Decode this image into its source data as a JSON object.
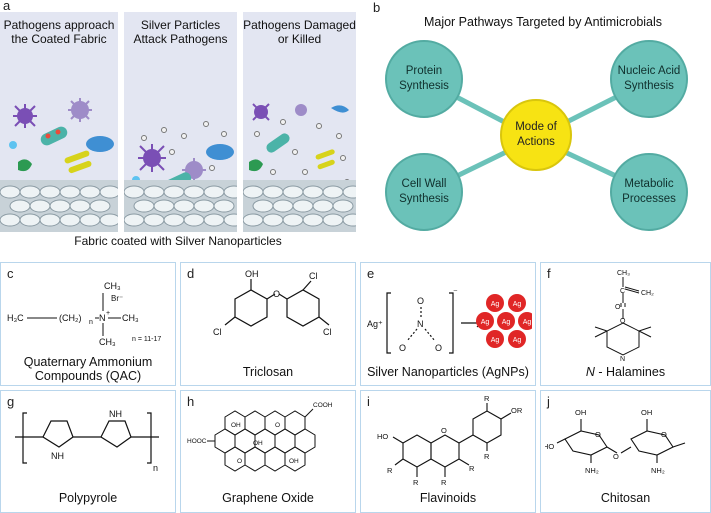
{
  "panel_a": {
    "letter": "a",
    "stages": [
      {
        "title": "Pathogens approach\nthe Coated Fabric"
      },
      {
        "title": "Silver Particles\nAttack Pathogens"
      },
      {
        "title": "Pathogens Damaged\nor Killed"
      }
    ],
    "caption": "Fabric coated with Silver Nanoparticles"
  },
  "panel_b": {
    "letter": "b",
    "title": "Major Pathways Targeted by Antimicrobials",
    "center": "Mode of\nActions",
    "nodes": [
      "Protein\nSynthesis",
      "Nucleic Acid\nSynthesis",
      "Cell Wall\nSynthesis",
      "Metabolic\nProcesses"
    ]
  },
  "compounds": [
    {
      "letter": "c",
      "name": "Quaternary Ammonium\nCompounds (QAC)"
    },
    {
      "letter": "d",
      "name": "Triclosan"
    },
    {
      "letter": "e",
      "name": "Silver Nanoparticles (AgNPs)"
    },
    {
      "letter": "f",
      "name_italic": "N",
      "name": " - Halamines"
    },
    {
      "letter": "g",
      "name": "Polypyrole"
    },
    {
      "letter": "h",
      "name": "Graphene Oxide"
    },
    {
      "letter": "i",
      "name": "Flavinoids"
    },
    {
      "letter": "j",
      "name": "Chitosan"
    }
  ],
  "structure_labels": {
    "qac": {
      "h3c": "H₃C",
      "ch2": "(CH₂)",
      "n": "n",
      "nplus": "N",
      "plus": "+",
      "br": "Br⁻",
      "ch3": "CH₃",
      "range": "n = 11-17"
    },
    "triclosan": {
      "oh": "OH",
      "o": "O",
      "cl": "Cl"
    },
    "agnp": {
      "ag": "Ag",
      "agplus": "Ag⁺",
      "n": "N",
      "o": "O",
      "minus": "⁻"
    },
    "halamine": {
      "ch3": "CH₃",
      "ch2": "CH₂",
      "c": "C",
      "o": "O",
      "n": "N"
    },
    "polypyrole": {
      "nh": "NH",
      "n": "n"
    },
    "graphene": {
      "cooh": "COOH",
      "hooc": "HOOC",
      "oh": "OH",
      "o": "O"
    },
    "flavinoid": {
      "r": "R",
      "ho": "HO",
      "or": "OR",
      "o": "O"
    },
    "chitosan": {
      "oh": "OH",
      "ho": "HO",
      "nh2": "NH₂",
      "o": "O"
    }
  },
  "colors": {
    "stage_bg": "#e3e6f2",
    "node_teal": "#6bc2b9",
    "center_yellow": "#f7e313",
    "card_border": "#b9d6ec",
    "ag_red": "#e02626"
  }
}
